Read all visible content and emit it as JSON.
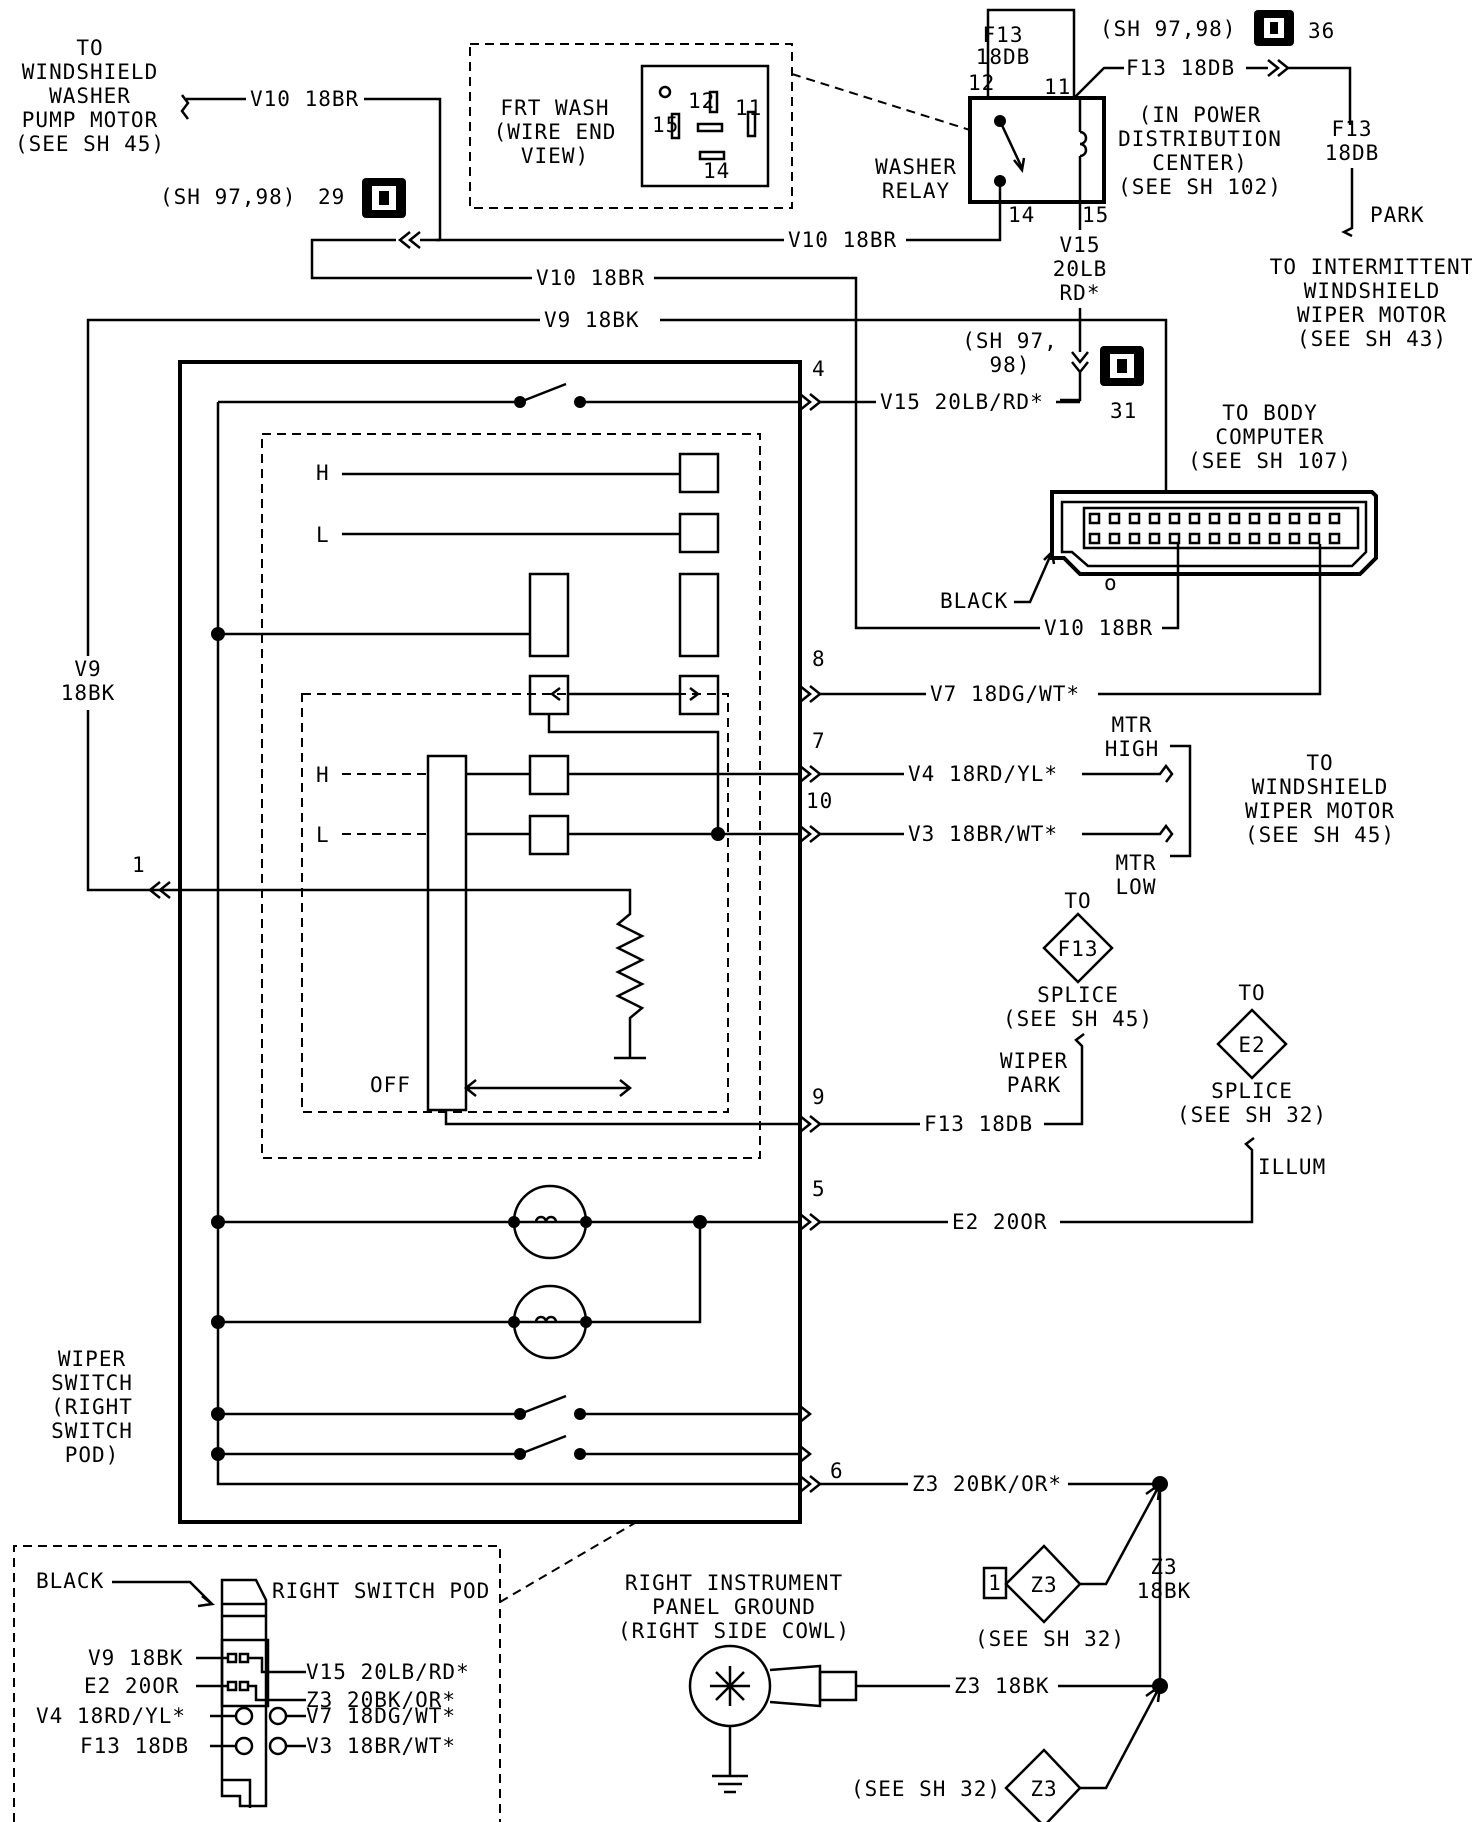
{
  "washer_pump": {
    "title": [
      "TO",
      "WINDSHIELD",
      "WASHER",
      "PUMP MOTOR",
      "(SEE SH 45)"
    ],
    "wire": "V10 18BR"
  },
  "frt_wash": {
    "label": [
      "FRT WASH",
      "(WIRE END",
      "VIEW)"
    ],
    "pins": [
      "12",
      "11",
      "15",
      "14"
    ]
  },
  "washer_relay": {
    "label": [
      "WASHER",
      "RELAY"
    ],
    "pin_12": "12",
    "pin_11": "11",
    "pin_14": "14",
    "pin_15": "15",
    "top_wire": [
      "F13",
      "18DB"
    ],
    "out_wire": "F13 18DB",
    "pdc_note": [
      "(IN POWER",
      "DISTRIBUTION",
      "CENTER)",
      "(SEE SH 102)"
    ],
    "v15_wire": [
      "V15",
      "20LB",
      "RD*"
    ]
  },
  "connectors": {
    "c36": {
      "ref": "(SH 97,98)",
      "num": "36"
    },
    "c29": {
      "ref": "(SH 97,98)",
      "num": "29"
    },
    "c31": {
      "ref": [
        "(SH 97,",
        "98)"
      ],
      "num": "31"
    }
  },
  "intermittent_wiper": {
    "wire": [
      "F13",
      "18DB"
    ],
    "park": "PARK",
    "title": [
      "TO INTERMITTENT",
      "WINDSHIELD",
      "WIPER MOTOR",
      "(SEE SH 43)"
    ]
  },
  "wires": {
    "v10_relay": "V10 18BR",
    "v10_body": "V10 18BR",
    "v9": "V9 18BK",
    "v9_side": [
      "V9",
      "18BK"
    ],
    "v15": "V15 20LB/RD*",
    "v10_bottom": "V10 18BR",
    "v7": "V7 18DG/WT*",
    "v4": "V4 18RD/YL*",
    "v3": "V3 18BR/WT*",
    "f13": "F13 18DB",
    "e2": "E2 20OR",
    "z3_switch": "Z3 20BK/OR*",
    "z3_ground": "Z3 18BK",
    "z3_vertical": [
      "Z3",
      "18BK"
    ]
  },
  "switch": {
    "pin_4": "4",
    "pin_8": "8",
    "pin_7": "7",
    "pin_10": "10",
    "pin_1": "1",
    "pin_9": "9",
    "pin_5": "5",
    "pin_6": "6",
    "h_top": "H",
    "l_top": "L",
    "h_mid": "H",
    "l_mid": "L",
    "off": "OFF",
    "label": [
      "WIPER",
      "SWITCH",
      "(RIGHT",
      "SWITCH",
      "POD)"
    ]
  },
  "body_computer": {
    "title": [
      "TO BODY",
      "COMPUTER",
      "(SEE SH 107)"
    ],
    "black": "BLACK"
  },
  "wiper_motor": {
    "high": [
      "MTR",
      "HIGH"
    ],
    "low": [
      "MTR",
      "LOW"
    ],
    "title": [
      "TO",
      "WINDSHIELD",
      "WIPER MOTOR",
      "(SEE SH 45)"
    ]
  },
  "splices": {
    "f13": {
      "to": "TO",
      "id": "F13",
      "label": [
        "SPLICE",
        "(SEE SH 45)"
      ],
      "note": [
        "WIPER",
        "PARK"
      ]
    },
    "e2": {
      "to": "TO",
      "id": "E2",
      "label": [
        "SPLICE",
        "(SEE SH 32)"
      ],
      "note": "ILLUM"
    },
    "z3_top": {
      "num": "1",
      "id": "Z3",
      "ref": "(SEE SH 32)"
    },
    "z3_bottom": {
      "id": "Z3",
      "ref": "(SEE SH 32)"
    }
  },
  "ground": {
    "label": [
      "RIGHT INSTRUMENT",
      "PANEL GROUND",
      "(RIGHT SIDE COWL)"
    ]
  },
  "pod_inset": {
    "black": "BLACK",
    "title": "RIGHT SWITCH POD",
    "left": [
      "V9 18BK",
      "E2 20OR",
      "V4 18RD/YL*",
      "F13 18DB"
    ],
    "right": [
      "V15 20LB/RD*",
      "Z3 20BK/OR*",
      "V7 18DG/WT*",
      "V3 18BR/WT*"
    ]
  }
}
